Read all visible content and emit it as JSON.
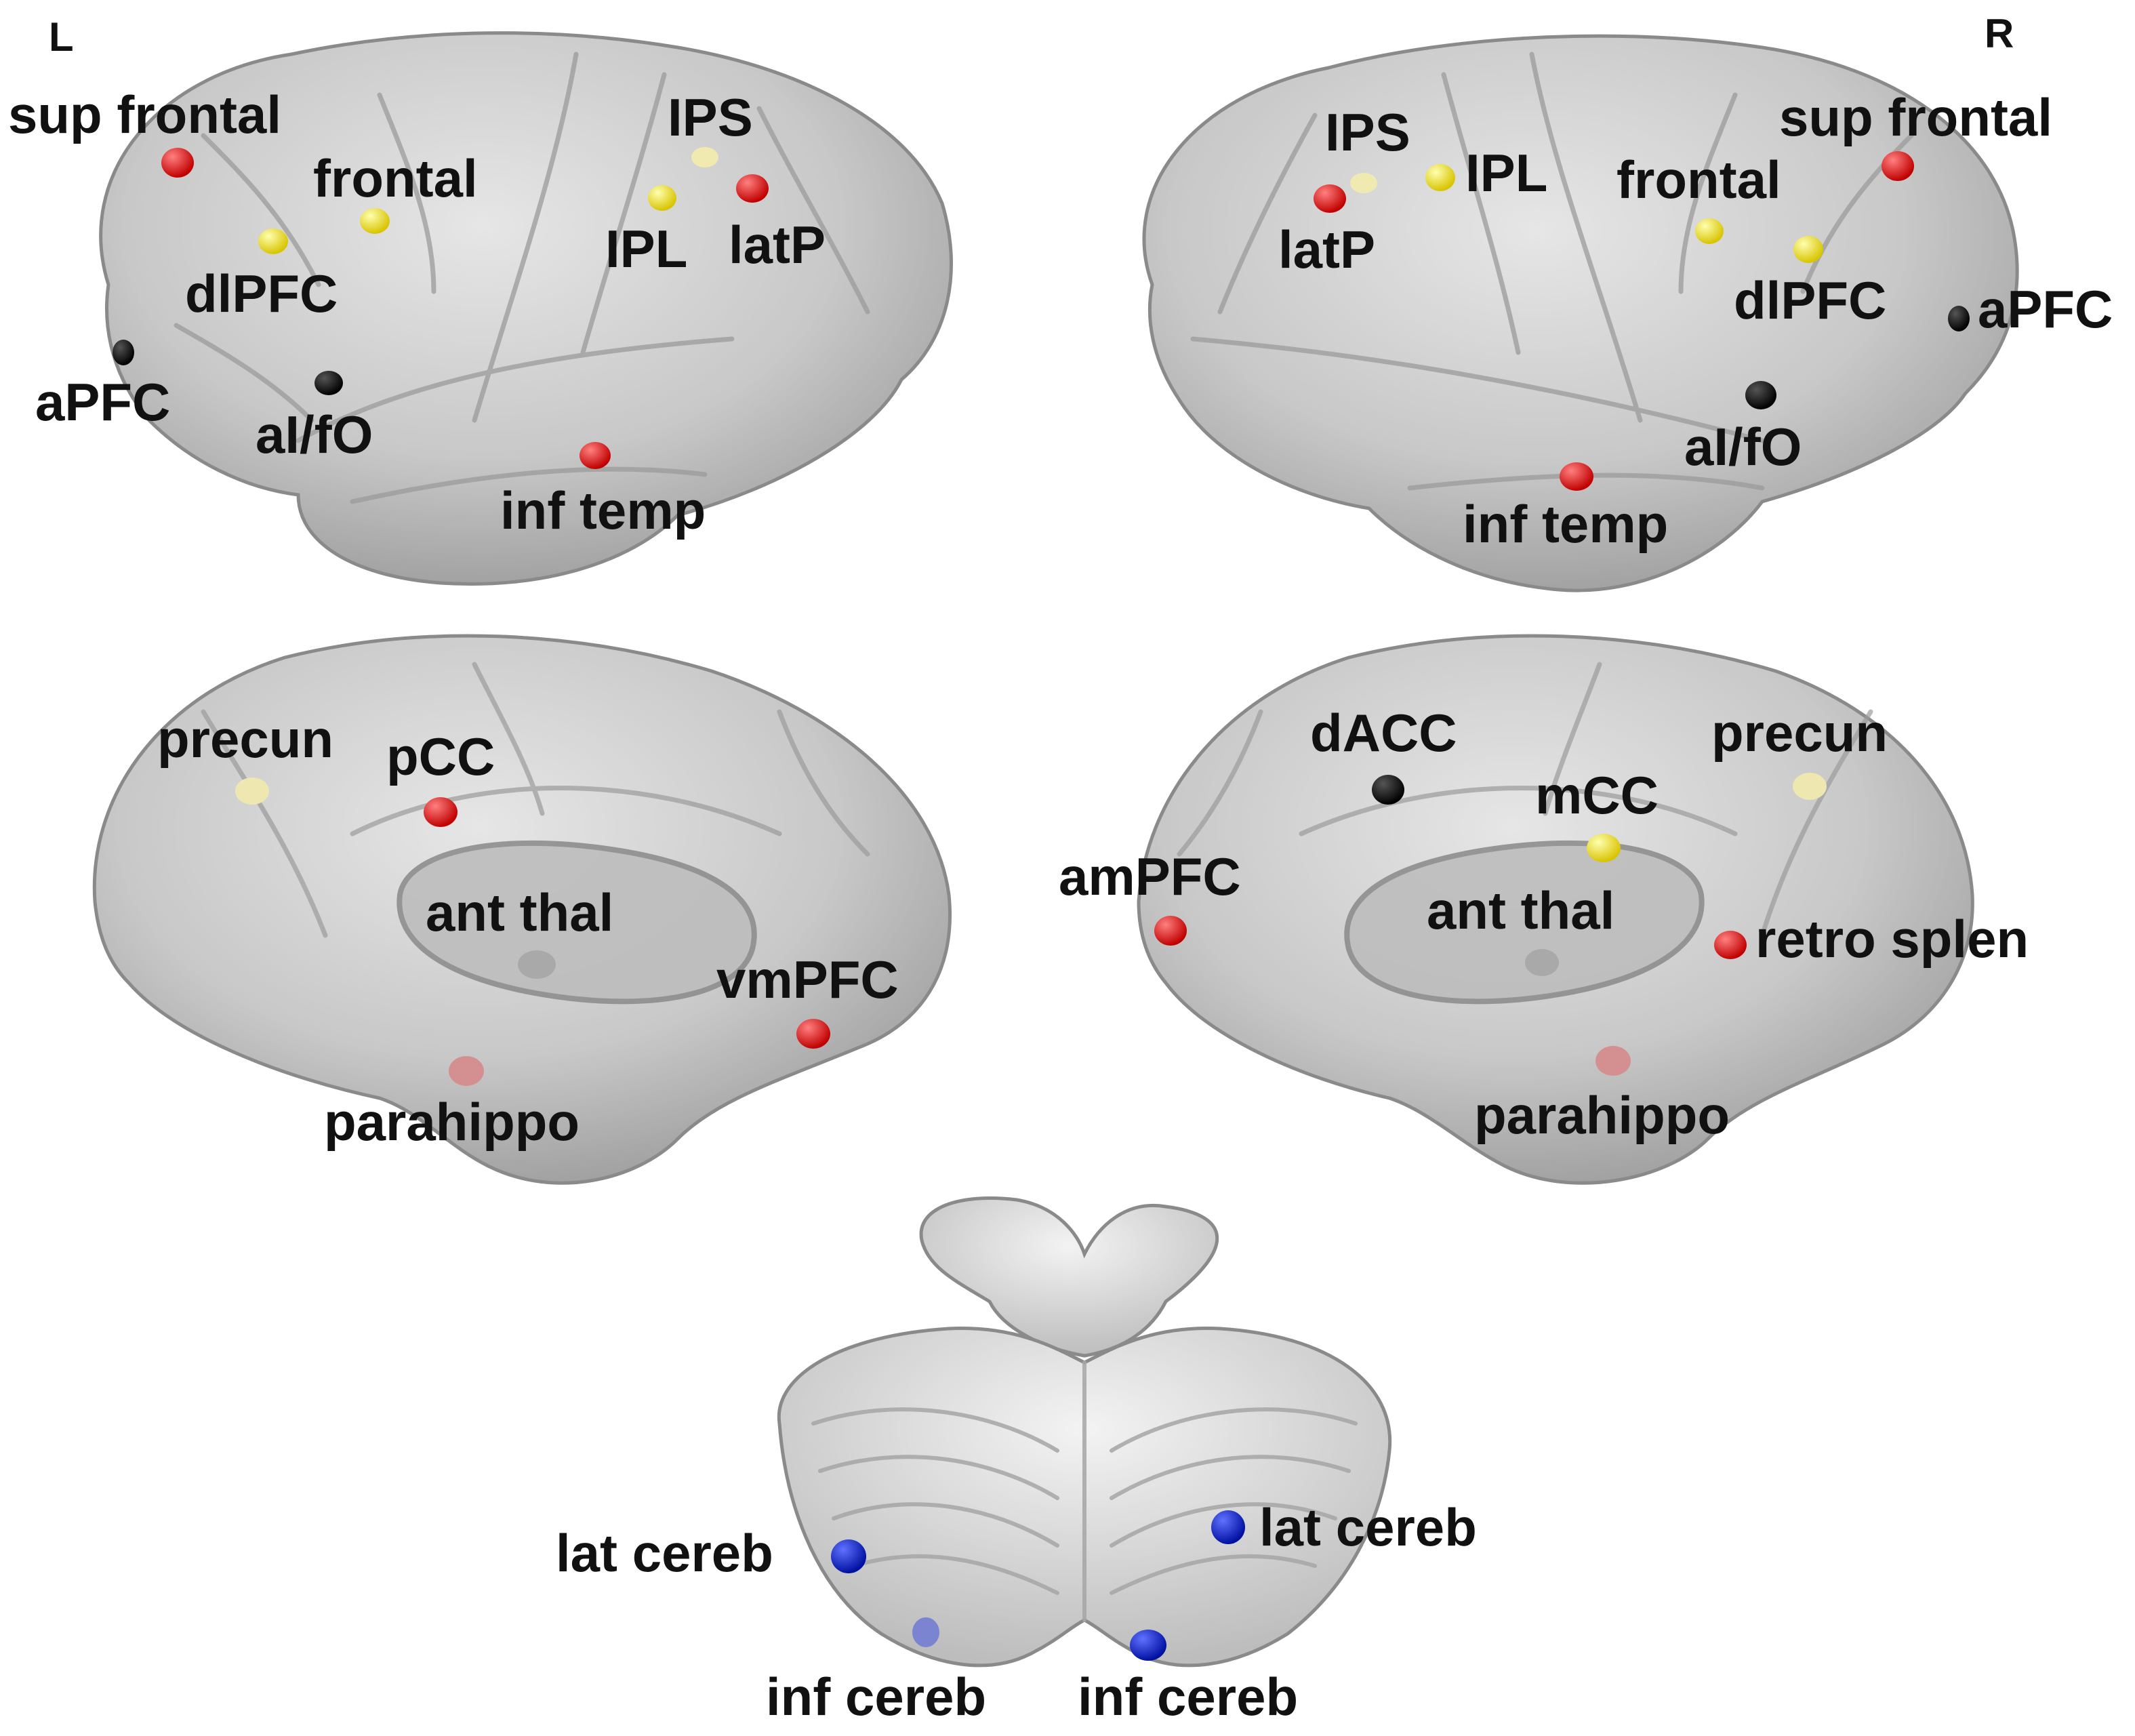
{
  "side_labels": {
    "left": "L",
    "right": "R"
  },
  "colors": {
    "red": "#e00000",
    "yellow": "#f0e020",
    "black": "#0a0a0a",
    "blue": "#1020c8",
    "faint_red": "#d49090",
    "faint_yellow": "#eee8b0",
    "faint_gray": "#a8a8a8",
    "faint_blue": "#8a94d8",
    "brain_fill": "#c9c9c9",
    "brain_edge": "#8a8a8a"
  },
  "panels": {
    "left_lateral": {
      "name": "left lateral view"
    },
    "right_lateral": {
      "name": "right lateral view"
    },
    "left_medial": {
      "name": "left medial view"
    },
    "right_medial": {
      "name": "right medial view"
    },
    "cerebellum": {
      "name": "cerebellum view"
    }
  },
  "regions": {
    "ll_sup_frontal": "sup frontal",
    "ll_frontal": "frontal",
    "ll_ips": "IPS",
    "ll_dlpfc": "dlPFC",
    "ll_ipl": "IPL",
    "ll_latp": "latP",
    "ll_apfc": "aPFC",
    "ll_ai_fo": "aI/fO",
    "ll_inf_temp": "inf temp",
    "rl_ips": "IPS",
    "rl_ipl": "IPL",
    "rl_sup_frontal": "sup frontal",
    "rl_frontal": "frontal",
    "rl_latp": "latP",
    "rl_dlpfc": "dlPFC",
    "rl_apfc": "aPFC",
    "rl_ai_fo": "aI/fO",
    "rl_inf_temp": "inf temp",
    "lm_precun": "precun",
    "lm_pcc": "pCC",
    "lm_ant_thal": "ant thal",
    "lm_vmpfc": "vmPFC",
    "lm_parahippo": "parahippo",
    "rm_dacc": "dACC",
    "rm_precun": "precun",
    "rm_mcc": "mCC",
    "rm_ampfc": "amPFC",
    "rm_ant_thal": "ant thal",
    "rm_retro_splen": "retro splen",
    "rm_parahippo": "parahippo",
    "cb_lat_cereb_left": "lat cereb",
    "cb_lat_cereb_right": "lat cereb",
    "cb_inf_cereb_left": "inf cereb",
    "cb_inf_cereb_right": "inf cereb"
  }
}
